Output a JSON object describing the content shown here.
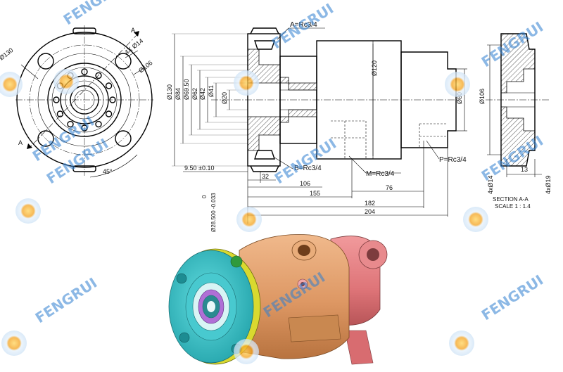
{
  "watermark": {
    "brand": "FENGRUI",
    "color": "#2f7fd0"
  },
  "front_view": {
    "dims": {
      "outer": "Ø130",
      "holes": "4X Ø14",
      "pcd": "Ø106",
      "angle": "45°",
      "section_mark": "A"
    }
  },
  "side_view": {
    "ports": {
      "a": "A=Rc3/4",
      "b": "B=Rc3/4",
      "m": "M=Rc3/4",
      "p": "P=Rc3/4"
    },
    "vertical_dims": [
      "Ø130",
      "Ø84",
      "Ø69.50",
      "Ø62",
      "Ø42",
      "Ø41",
      "Ø20"
    ],
    "body_dia": "Ø120",
    "rear_dia": "Ø80",
    "tolerance_top": "0",
    "tolerance_bottom": "Ø28.500 -0.033",
    "horizontal_dims": {
      "d950": "9.50 ±0.10",
      "d32": "32",
      "d106": "106",
      "d76": "76",
      "d155": "155",
      "d182": "182",
      "d204": "204"
    }
  },
  "section_view": {
    "dims": {
      "d106": "Ø106",
      "holes14": "4xØ14",
      "holes19": "4xØ19",
      "d13": "13"
    },
    "title": "SECTION A-A",
    "scale": "SCALE 1 : 1.4"
  },
  "render_3d": {
    "colors": {
      "flange": "#3fc9cf",
      "body": "#e1a06f",
      "cap": "#e27a7e",
      "rim": "#d9d92f"
    }
  }
}
